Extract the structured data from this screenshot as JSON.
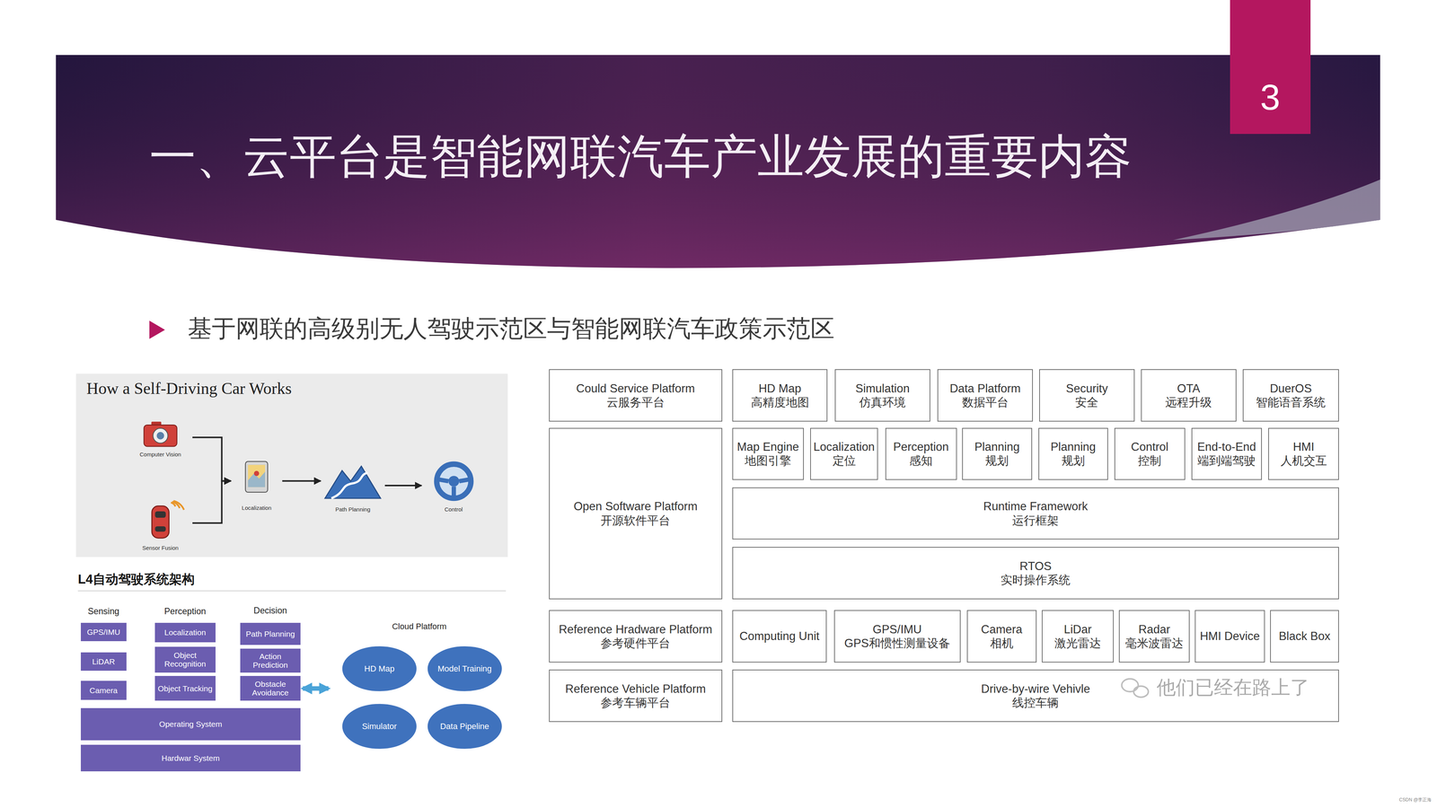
{
  "diagram": {
    "title": "一、云平台是智能网联汽车产业发展的重要内容",
    "nodes": [
      {
        "text": [
          "3"
        ]
      },
      {
        "text": [
          "How a Self-Driving Car Works"
        ]
      },
      {
        "text": [
          "Computer Vision"
        ],
        "in": 1
      },
      {
        "text": [
          "Sensor Fusion"
        ],
        "in": 1
      },
      {
        "text": [
          "Localization"
        ],
        "in": 1
      },
      {
        "text": [
          "Path Planning"
        ],
        "in": 1
      },
      {
        "text": [
          "Control"
        ],
        "in": 1
      },
      {
        "text": [
          "GPS/IMU"
        ]
      },
      {
        "text": [
          "LiDAR"
        ]
      },
      {
        "text": [
          "Camera"
        ]
      },
      {
        "text": [
          "Localization"
        ]
      },
      {
        "text": [
          "Object Recognition"
        ]
      },
      {
        "text": [
          "Object Tracking"
        ]
      },
      {
        "text": [
          "Path Planning"
        ]
      },
      {
        "text": [
          "Action Prediction"
        ]
      },
      {
        "text": [
          "Obstacle Avoidance"
        ]
      },
      {
        "text": [
          "Operating System"
        ]
      },
      {
        "text": [
          "Hardwar System"
        ]
      },
      {
        "text": [
          "Cloud Platform"
        ]
      },
      {
        "text": [
          "HD Map"
        ],
        "in": 18
      },
      {
        "text": [
          "Model Training"
        ],
        "in": 18
      },
      {
        "text": [
          "Simulator"
        ],
        "in": 18
      },
      {
        "text": [
          "Data Pipeline"
        ],
        "in": 18
      },
      {
        "text": [
          "Could Service Platform",
          "云服务平台"
        ]
      },
      {
        "text": [
          "HD Map",
          "高精度地图"
        ]
      },
      {
        "text": [
          "Simulation",
          "仿真环境"
        ]
      },
      {
        "text": [
          "Data Platform",
          "数据平台"
        ]
      },
      {
        "text": [
          "Security",
          "安全"
        ]
      },
      {
        "text": [
          "OTA",
          "远程升级"
        ]
      },
      {
        "text": [
          "DuerOS",
          "智能语音系统"
        ]
      },
      {
        "text": [
          "Open Software Platform",
          "开源软件平台"
        ]
      },
      {
        "text": [
          "Map Engine",
          "地图引擎"
        ]
      },
      {
        "text": [
          "Localization",
          "定位"
        ]
      },
      {
        "text": [
          "Perception",
          "感知"
        ]
      },
      {
        "text": [
          "Planning",
          "规划"
        ]
      },
      {
        "text": [
          "Planning",
          "规划"
        ]
      },
      {
        "text": [
          "Control",
          "控制"
        ]
      },
      {
        "text": [
          "End-to-End",
          "端到端驾驶"
        ]
      },
      {
        "text": [
          "HMI",
          "人机交互"
        ]
      },
      {
        "text": [
          "Runtime Framework",
          "运行框架"
        ]
      },
      {
        "text": [
          "RTOS",
          "实时操作系统"
        ]
      },
      {
        "text": [
          "Reference Hradware Platform",
          "参考硬件平台"
        ]
      },
      {
        "text": [
          "Computing Unit"
        ]
      },
      {
        "text": [
          "GPS/IMU",
          "GPS和惯性测量设备"
        ]
      },
      {
        "text": [
          "Camera",
          "相机"
        ]
      },
      {
        "text": [
          "LiDar",
          "激光雷达"
        ]
      },
      {
        "text": [
          "Radar",
          "毫米波雷达"
        ]
      },
      {
        "text": [
          "HMI Device"
        ]
      },
      {
        "text": [
          "Black Box"
        ]
      },
      {
        "text": [
          "Reference Vehicle Platform",
          "参考车辆平台"
        ]
      },
      {
        "text": [
          "Drive-by-wire Vehivle",
          "线控车辆"
        ]
      }
    ],
    "edges": [
      {
        "from": 2,
        "to": 4,
        "arrow": "to"
      },
      {
        "from": 3,
        "to": 4,
        "arrow": "to"
      },
      {
        "from": 4,
        "to": 5,
        "arrow": "to"
      },
      {
        "from": 5,
        "to": 6,
        "arrow": "to"
      },
      {
        "from": 15,
        "to": 18,
        "arrow": "both"
      }
    ],
    "labels": [
      "基于网联的高级别无人驾驶示范区与智能网联汽车政策示范区",
      "L4自动驾驶系统架构",
      "Sensing",
      "Perception",
      "Decision",
      "他们已经在路上了",
      "CSDN @李正海"
    ]
  }
}
